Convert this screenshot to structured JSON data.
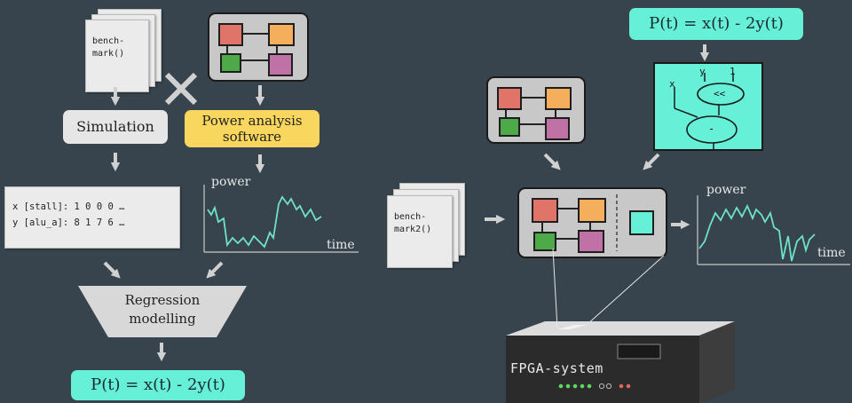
{
  "left": {
    "benchmark_label": "bench-\nmark()",
    "simulation_label": "Simulation",
    "power_software_label": "Power analysis\nsoftware",
    "trace_lines": [
      "x [stall]: 1 0 0 0 …",
      "y [alu_a]: 8 1 7 6 …"
    ],
    "plot_ylabel": "power",
    "plot_xlabel": "time",
    "regression_label": "Regression\nmodelling",
    "formula": "P(t) = x(t) - 2y(t)"
  },
  "right": {
    "formula": "P(t) = x(t) - 2y(t)",
    "circuit_labels": {
      "x": "x",
      "y": "y",
      "one": "1",
      "shift": "<<",
      "sub": "-"
    },
    "benchmark_label": "bench-\nmark2()",
    "plot_ylabel": "power",
    "plot_xlabel": "time",
    "fpga_label": "FPGA-system"
  },
  "colors": {
    "background": "#37444d",
    "paper": "#ebebeb",
    "module_red": "#e07468",
    "module_orange": "#f5ae5c",
    "module_green": "#4eaa48",
    "module_purple": "#c071a6",
    "accent_cyan": "#66f0d8",
    "software_yellow": "#f9d65e",
    "arrow": "#d0d0d0",
    "trace_line": "#6ee2c8"
  }
}
